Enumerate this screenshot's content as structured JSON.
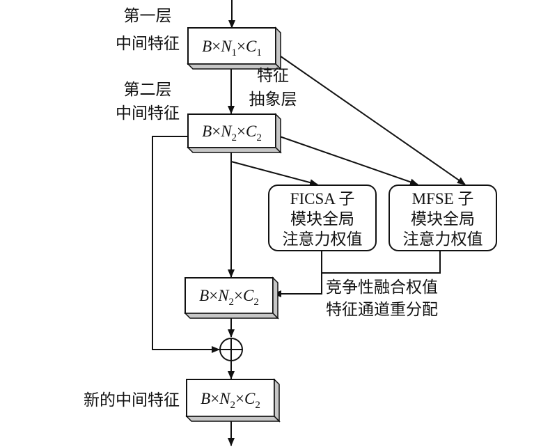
{
  "layer1": {
    "line1": "第一层",
    "line2": "中间特征"
  },
  "layer2": {
    "line1": "第二层",
    "line2": "中间特征"
  },
  "abstraction": {
    "line1": "特征",
    "line2": "抽象层"
  },
  "tensor1": {
    "b": "B",
    "times": "×",
    "n": "N",
    "n_sub": "1",
    "c": "C",
    "c_sub": "1"
  },
  "tensor2": {
    "b": "B",
    "times": "×",
    "n": "N",
    "n_sub": "2",
    "c": "C",
    "c_sub": "2"
  },
  "tensor3": {
    "b": "B",
    "times": "×",
    "n": "N",
    "n_sub": "2",
    "c": "C",
    "c_sub": "2"
  },
  "tensor4": {
    "b": "B",
    "times": "×",
    "n": "N",
    "n_sub": "2",
    "c": "C",
    "c_sub": "2"
  },
  "ficsa": {
    "line1": "FICSA 子",
    "line2": "模块全局",
    "line3": "注意力权值"
  },
  "mfse": {
    "line1": "MFSE 子",
    "line2": "模块全局",
    "line3": "注意力权值"
  },
  "redistribution": {
    "line1": "竞争性融合权值",
    "line2": "特征通道重分配"
  },
  "new_feature": {
    "label": "新的中间特征"
  },
  "sum_symbol": {
    "name": "circle-plus-icon"
  }
}
